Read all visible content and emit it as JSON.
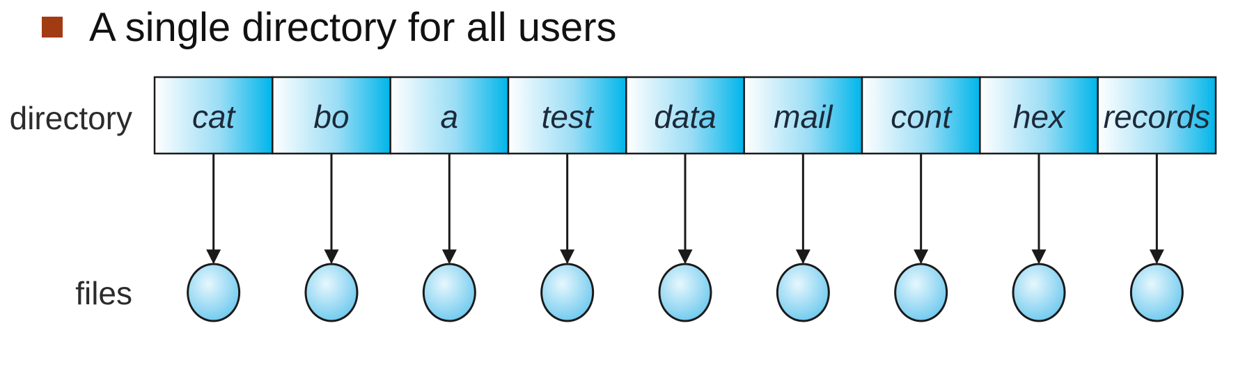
{
  "heading": "A single directory for all users",
  "labels": {
    "directory": "directory",
    "files": "files"
  },
  "entries": [
    "cat",
    "bo",
    "a",
    "test",
    "data",
    "mail",
    "cont",
    "hex",
    "records"
  ],
  "colors": {
    "bullet": "#A23A12",
    "cell_light": "#FFFFFF",
    "cell_dark": "#00B5EA",
    "file_light": "#E6F7FD",
    "file_dark": "#6CC8EE",
    "stroke": "#1A1A1A"
  },
  "icons": {
    "bullet": "square-bullet-icon",
    "file": "file-node-icon"
  }
}
